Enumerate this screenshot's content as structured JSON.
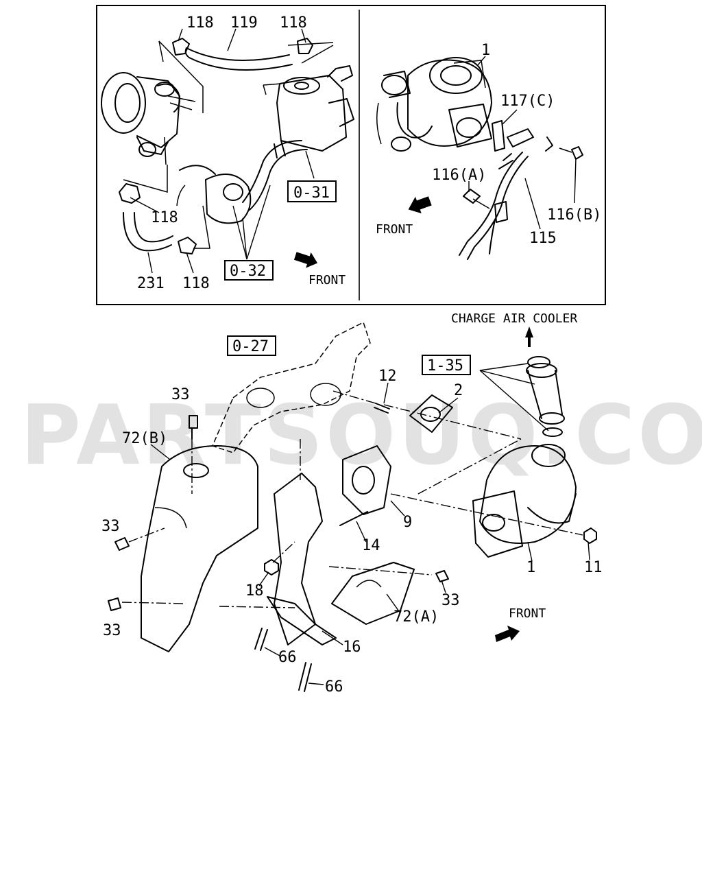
{
  "watermark": "PARTSOUQ.COM",
  "inset_left": {
    "labels": [
      "118",
      "119",
      "118",
      "118",
      "231",
      "118"
    ],
    "refs": [
      "0-31",
      "0-32"
    ],
    "front": "FRONT"
  },
  "inset_right": {
    "labels": [
      "1",
      "117(C)",
      "116(A)",
      "116(B)",
      "115"
    ],
    "front": "FRONT"
  },
  "main": {
    "charge_air_cooler": "CHARGE AIR COOLER",
    "refs": [
      "0-27",
      "1-35"
    ],
    "labels": [
      "12",
      "2",
      "33",
      "72(B)",
      "9",
      "33",
      "14",
      "1",
      "11",
      "18",
      "33",
      "72(A)",
      "33",
      "16",
      "66",
      "66"
    ],
    "front": "FRONT"
  }
}
